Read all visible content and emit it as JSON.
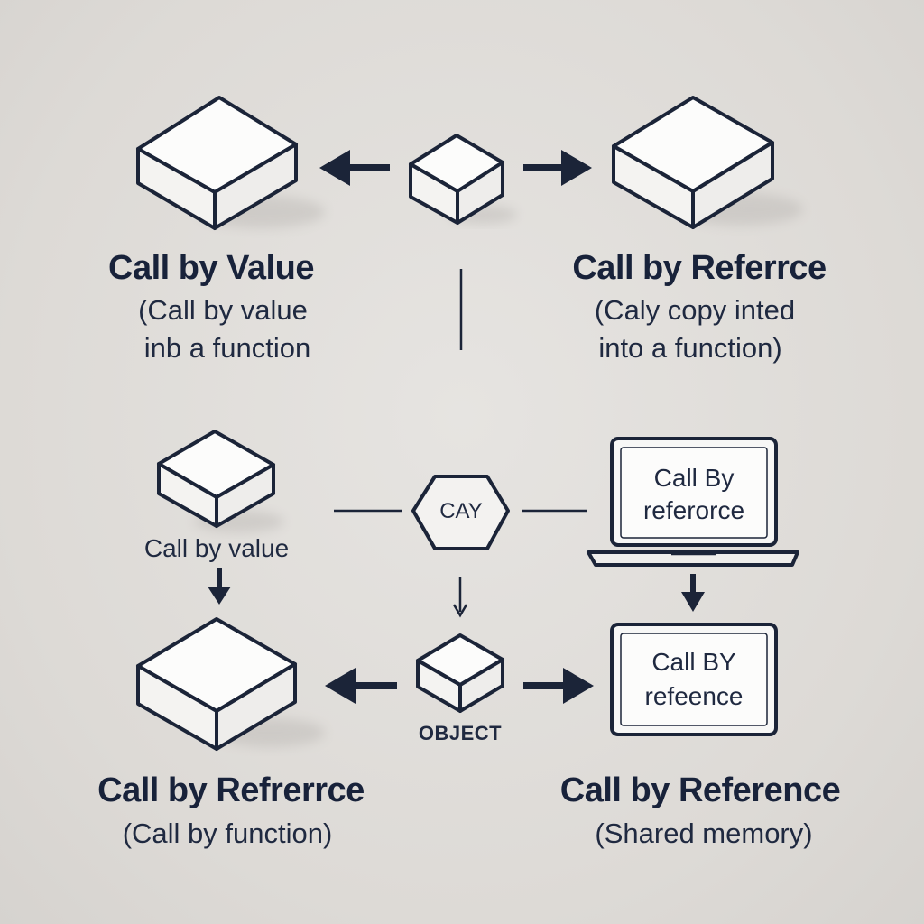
{
  "top": {
    "left_title": "Call by Value",
    "left_sub_line1": "(Call by value",
    "left_sub_line2": "inb a function",
    "right_title": "Call by Referrce",
    "right_sub_line1": "(Caly copy inted",
    "right_sub_line2": "into a function)"
  },
  "middle": {
    "left_label": "Call by value",
    "hex_label": "CAY",
    "laptop_line1": "Call By",
    "laptop_line2": "referorce"
  },
  "bottom": {
    "object_label": "OBJECT",
    "screen_line1": "Call BY",
    "screen_line2": "refeence",
    "left_title": "Call by Refrerrce",
    "left_sub": "(Call by function)",
    "right_title": "Call by Reference",
    "right_sub": "(Shared memory)"
  },
  "colors": {
    "stroke": "#1b2438",
    "box_face": "#fbfbfa",
    "background": "#e3e1de"
  }
}
